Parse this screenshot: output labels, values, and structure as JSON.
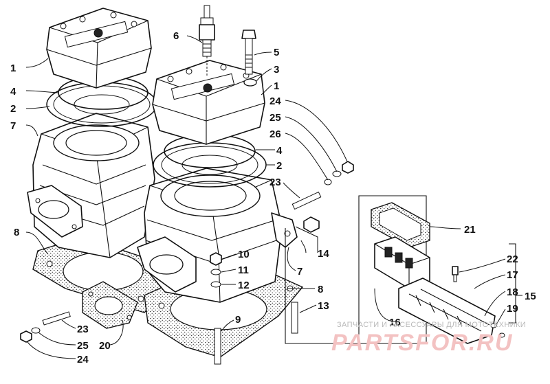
{
  "callouts": [
    {
      "id": "c1a",
      "text": "1"
    },
    {
      "id": "c4a",
      "text": "4"
    },
    {
      "id": "c2a",
      "text": "2"
    },
    {
      "id": "c7a",
      "text": "7"
    },
    {
      "id": "c8a",
      "text": "8"
    },
    {
      "id": "c6",
      "text": "6"
    },
    {
      "id": "c5",
      "text": "5"
    },
    {
      "id": "c3",
      "text": "3"
    },
    {
      "id": "c1b",
      "text": "1"
    },
    {
      "id": "c24a",
      "text": "24"
    },
    {
      "id": "c25a",
      "text": "25"
    },
    {
      "id": "c26",
      "text": "26"
    },
    {
      "id": "c4b",
      "text": "4"
    },
    {
      "id": "c2b",
      "text": "2"
    },
    {
      "id": "c23a",
      "text": "23"
    },
    {
      "id": "c21",
      "text": "21"
    },
    {
      "id": "c14",
      "text": "14"
    },
    {
      "id": "c10",
      "text": "10"
    },
    {
      "id": "c11",
      "text": "11"
    },
    {
      "id": "c12",
      "text": "12"
    },
    {
      "id": "c7b",
      "text": "7"
    },
    {
      "id": "c8b",
      "text": "8"
    },
    {
      "id": "c13",
      "text": "13"
    },
    {
      "id": "c9",
      "text": "9"
    },
    {
      "id": "c22",
      "text": "22"
    },
    {
      "id": "c17",
      "text": "17"
    },
    {
      "id": "c18",
      "text": "18"
    },
    {
      "id": "c15",
      "text": "15"
    },
    {
      "id": "c19",
      "text": "19"
    },
    {
      "id": "c16",
      "text": "16"
    },
    {
      "id": "c23b",
      "text": "23"
    },
    {
      "id": "c25b",
      "text": "25"
    },
    {
      "id": "c20",
      "text": "20"
    },
    {
      "id": "c24b",
      "text": "24"
    }
  ],
  "watermark": {
    "tagline": "ЗАПЧАСТИ И АКСЕССУАРЫ ДЛЯ МОТОТЕХНИКИ",
    "brand": "PARTSFOR.RU"
  },
  "colors": {
    "line": "#111111",
    "background": "#ffffff",
    "watermark_text": "#b9b9b9",
    "watermark_brand": "#f3c2c2"
  }
}
